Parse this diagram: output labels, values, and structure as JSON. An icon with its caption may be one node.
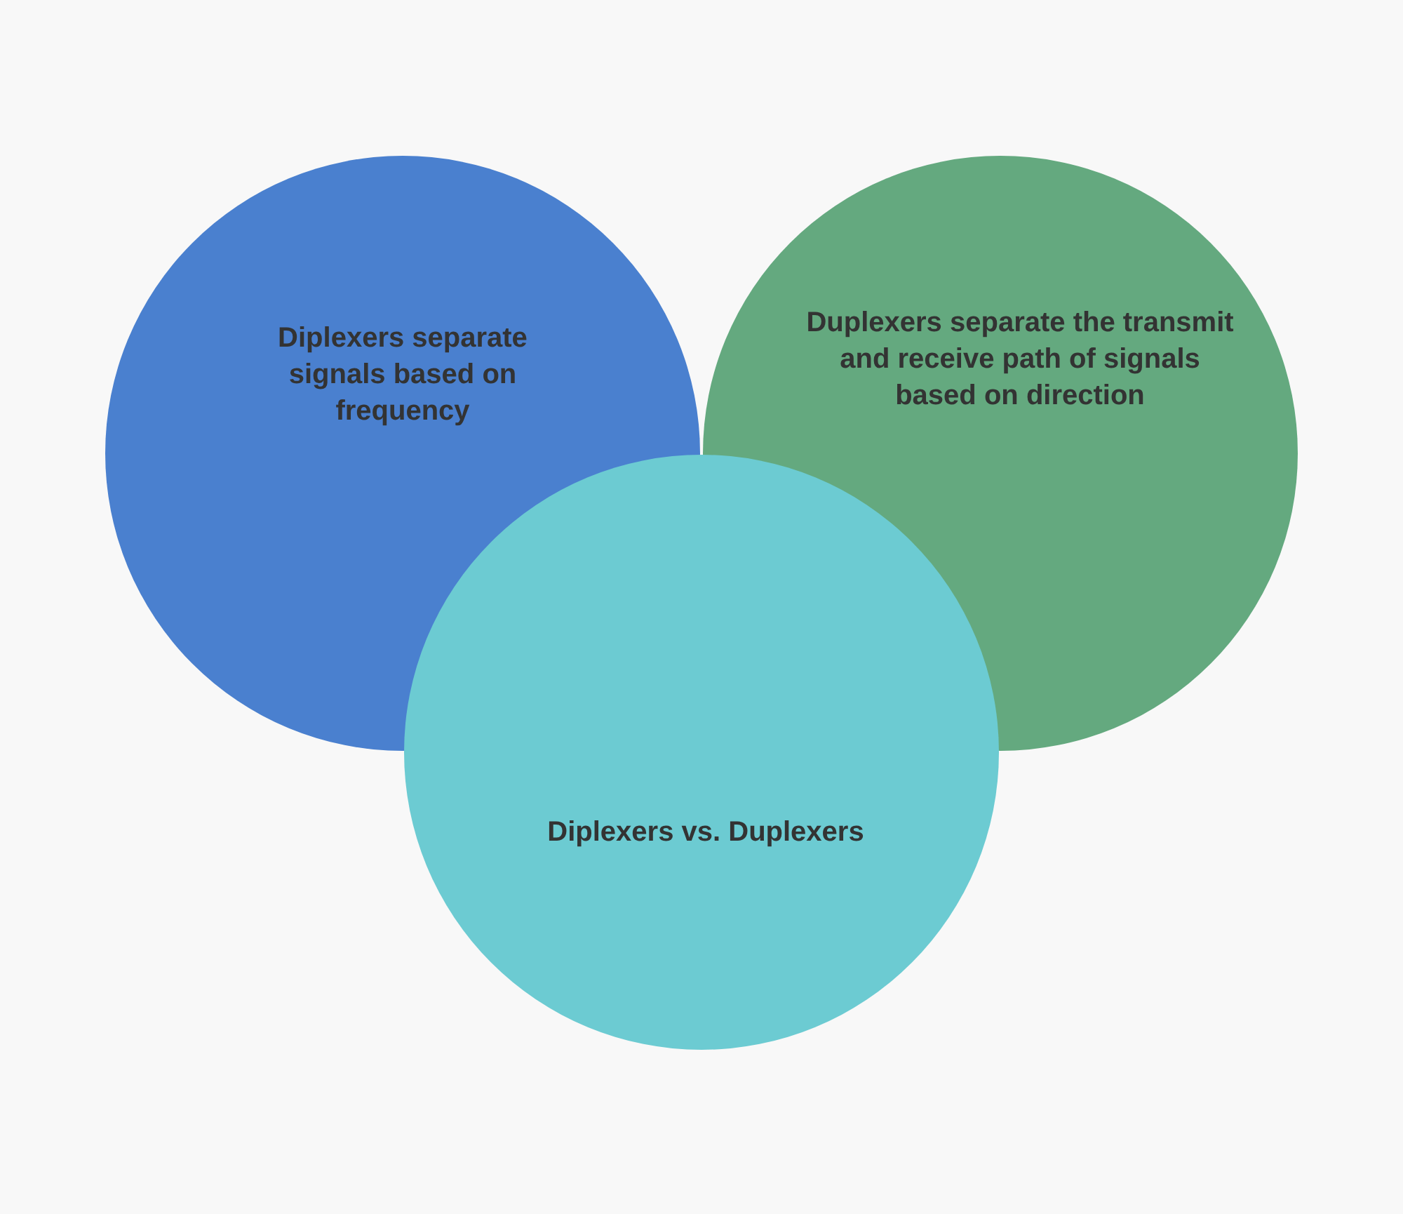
{
  "diagram": {
    "nodes": [
      {
        "text": [
          "Diplexers separate signals based on frequency"
        ]
      },
      {
        "text": [
          "Duplexers separate the transmit and receive path of signals based on direction"
        ]
      },
      {
        "text": [
          "Diplexers vs. Duplexers"
        ]
      }
    ]
  }
}
